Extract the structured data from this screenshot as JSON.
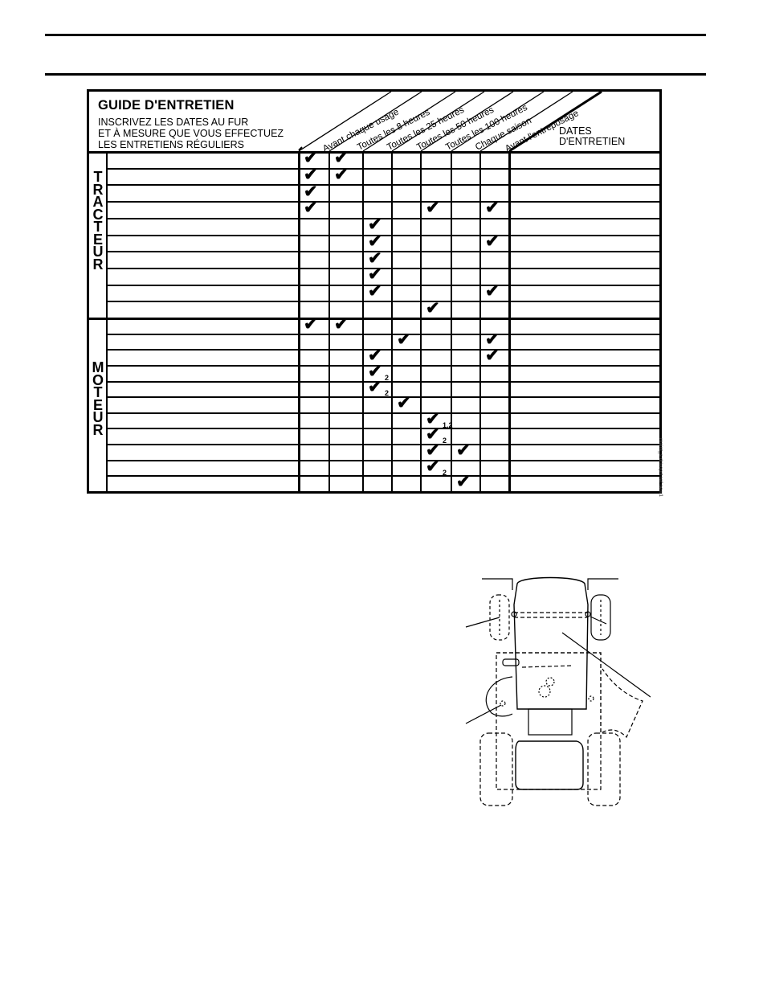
{
  "guide": {
    "title": "GUIDE D'ENTRETIEN",
    "subtitle_lines": [
      "INSCRIVEZ LES DATES AU FUR",
      "ET À MESURE QUE VOUS EFFECTUEZ",
      "LES ENTRETIENS RÉGULIERS"
    ],
    "column_headers": [
      "Avant chaque usage",
      "Toutes les 8 heures",
      "Toutes les 25 heures",
      "Toutes les 50 heures",
      "Toutes les 100 heures",
      "Chaque saison",
      "Avant  l'entreposage"
    ],
    "dates_header": [
      "DATES",
      "D'ENTRETIEN"
    ],
    "section_tracteur": "TRACTEUR",
    "section_moteur": "MOTEUR",
    "check_glyph": "✔",
    "tracteur_rows": [
      {
        "checks": [
          0,
          1
        ]
      },
      {
        "checks": [
          0,
          1
        ]
      },
      {
        "checks": [
          0
        ]
      },
      {
        "checks": [
          0,
          4,
          6
        ]
      },
      {
        "checks": [
          2
        ]
      },
      {
        "checks": [
          2,
          6
        ]
      },
      {
        "checks": [
          2
        ]
      },
      {
        "checks": [
          2
        ]
      },
      {
        "checks": [
          2,
          6
        ]
      },
      {
        "checks": [
          4
        ]
      }
    ],
    "moteur_rows": [
      {
        "checks": [
          0,
          1
        ]
      },
      {
        "checks": [
          3,
          6
        ]
      },
      {
        "checks": [
          2,
          6
        ]
      },
      {
        "checks": [
          2
        ],
        "note": "2"
      },
      {
        "checks": [
          2
        ],
        "note": "2"
      },
      {
        "checks": [
          3
        ]
      },
      {
        "checks": [
          4
        ],
        "note": "1,2"
      },
      {
        "checks": [
          4
        ],
        "note": "2"
      },
      {
        "checks": [
          4,
          5
        ]
      },
      {
        "checks": [
          4
        ],
        "note": "2"
      },
      {
        "checks": [
          5
        ]
      }
    ],
    "credit": "maint_s drivoprt ref new1"
  }
}
